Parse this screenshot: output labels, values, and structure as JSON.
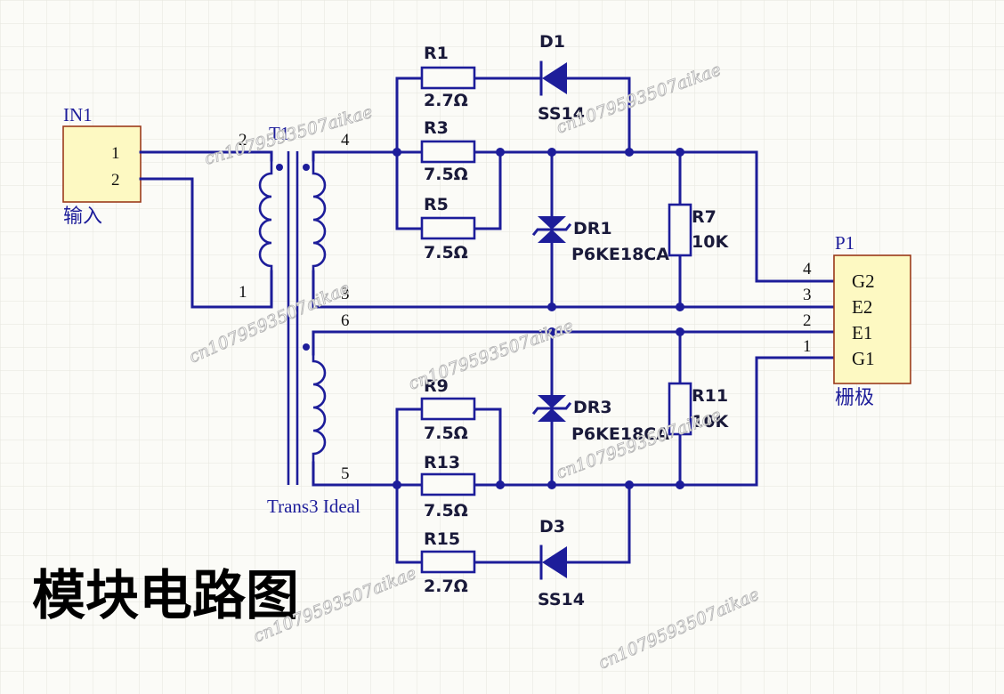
{
  "title": "模块电路图",
  "connectors": {
    "in1": {
      "designator": "IN1",
      "comment": "输入",
      "pins": [
        "1",
        "2"
      ]
    },
    "p1": {
      "designator": "P1",
      "comment": "栅极",
      "pins": [
        "G2",
        "E2",
        "E1",
        "G1"
      ],
      "pin_numbers": [
        "4",
        "3",
        "2",
        "1"
      ]
    }
  },
  "transformer": {
    "designator": "T1",
    "comment": "Trans3 Ideal",
    "pins": {
      "p1": "1",
      "p2": "2",
      "p3": "3",
      "p4": "4",
      "p5": "5",
      "p6": "6"
    }
  },
  "resistors": [
    {
      "ref": "R1",
      "value": "2.7Ω"
    },
    {
      "ref": "R3",
      "value": "7.5Ω"
    },
    {
      "ref": "R5",
      "value": "7.5Ω"
    },
    {
      "ref": "R7",
      "value": "10K"
    },
    {
      "ref": "R9",
      "value": "7.5Ω"
    },
    {
      "ref": "R11",
      "value": "10K"
    },
    {
      "ref": "R13",
      "value": "7.5Ω"
    },
    {
      "ref": "R15",
      "value": "2.7Ω"
    }
  ],
  "diodes": [
    {
      "ref": "D1",
      "value": "SS14"
    },
    {
      "ref": "D3",
      "value": "SS14"
    }
  ],
  "tvs": [
    {
      "ref": "DR1",
      "value": "P6KE18CA"
    },
    {
      "ref": "DR3",
      "value": "P6KE18CA"
    }
  ],
  "watermark": "cn1079593507aikae",
  "colors": {
    "wire": "#1d1d9a",
    "background": "#fbfbf7",
    "connector_fill": "#fdf9c2",
    "connector_border": "#9c3b1b"
  }
}
